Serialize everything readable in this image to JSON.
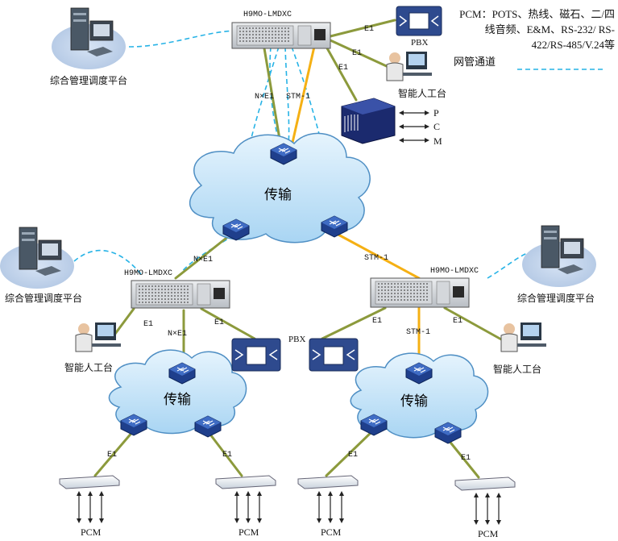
{
  "legend": {
    "pcm_description": "PCM：POTS、热线、磁石、二/四线音频、E&M、RS-232/ RS-422/RS-485/V.24等",
    "nm_channel_label": "网管通道"
  },
  "colors": {
    "nm_channel": "#27b3e6",
    "e1_link": "#8c9a3c",
    "stm1_link": "#f5b014",
    "cloud_fill": "#c3e3f8",
    "cloud_stroke": "#4f8fc4"
  },
  "nodes": {
    "top_mux": "H9MO-LMDXC",
    "left_mux": "H9MO-LMDXC",
    "right_mux": "H9MO-LMDXC",
    "center_cloud": "传输",
    "left_cloud": "传输",
    "right_cloud": "传输",
    "top_nms": "综合管理调度平台",
    "left_nms": "综合管理调度平台",
    "right_nms": "综合管理调度平台",
    "top_pbx": "PBX",
    "left_pbx": "PBX",
    "top_operator": "智能人工台",
    "left_operator": "智能人工台",
    "right_operator": "智能人工台",
    "pcm_1": "PCM",
    "pcm_2": "PCM",
    "pcm_3": "PCM",
    "pcm_4": "PCM",
    "p": "P",
    "c": "C",
    "m": "M"
  },
  "links": {
    "top_pbx_e1": "E1",
    "top_operator_e1": "E1",
    "top_pcm_e1": "E1",
    "top_nxe1": "N×E1",
    "top_stm1": "STM-1",
    "left_nxe1": "N×E1",
    "right_stm1": "STM-1",
    "left_operator_e1": "E1",
    "left_down_nxe1": "N×E1",
    "left_pbx_e1": "E1",
    "right_pbx_e1": "E1",
    "right_down_stm1": "STM-1",
    "right_operator_e1": "E1",
    "pcm1_e1": "E1",
    "pcm2_e1": "E1",
    "pcm3_e1": "E1",
    "pcm4_e1": "E1"
  }
}
